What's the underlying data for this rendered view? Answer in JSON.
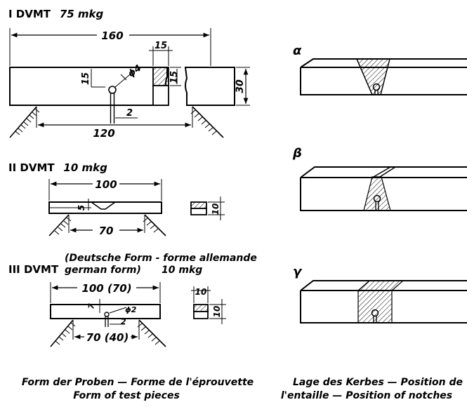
{
  "specimen_1": {
    "title": "I DVMT",
    "energy": "75 mkg",
    "dims": {
      "length": "160",
      "width_section": "15",
      "height_section": "15",
      "height": "30",
      "notch_depth": "15",
      "notch_diameter": "ϕ4",
      "notch_width": "2",
      "span": "120"
    }
  },
  "specimen_2": {
    "title": "II DVMT",
    "energy": "10 mkg",
    "dims": {
      "length": "100",
      "notch_depth": "5",
      "height": "10",
      "span": "70"
    }
  },
  "specimen_3": {
    "note_line1": "(Deutsche Form - forme allemande",
    "title": "III DVMT",
    "note_line2": "german form)",
    "energy": "10 mkg",
    "dims": {
      "length": "100 (70)",
      "width_section": "10",
      "height": "10",
      "notch_depth": "7",
      "notch_diameter": "ϕ2",
      "notch_width": "2",
      "span": "70 (40)"
    }
  },
  "notch_positions": {
    "alpha": "α",
    "beta": "β",
    "gamma": "γ"
  },
  "caption_left": {
    "line1": "Form der Proben — Forme de l'éprouvette",
    "line2": "Form of test pieces"
  },
  "caption_right": {
    "line1": "Lage des Kerbes — Position de",
    "line2": "l'entaille — Position of notches"
  }
}
